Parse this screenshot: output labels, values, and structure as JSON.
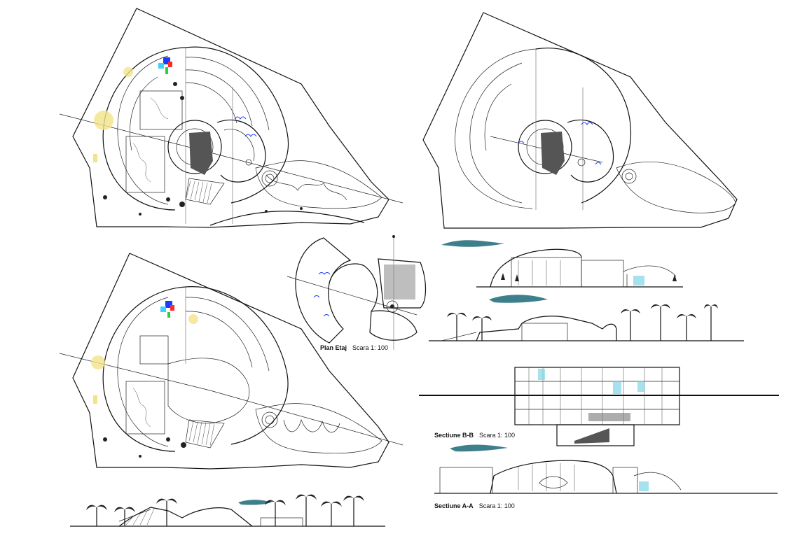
{
  "labels": {
    "plan_etaj": {
      "title": "Plan Etaj",
      "scale": "Scara 1: 100"
    },
    "section_bb": {
      "title": "Sectiune B-B",
      "scale": "Scara 1: 100"
    },
    "section_aa": {
      "title": "Sectiune A-A",
      "scale": "Scara 1: 100"
    }
  },
  "colors": {
    "line": "#111111",
    "accent_blue": "#1a3cff",
    "accent_yellow": "#f2e38a",
    "accent_teal": "#3e7f8c",
    "accent_cyan": "#7fd6e6"
  }
}
